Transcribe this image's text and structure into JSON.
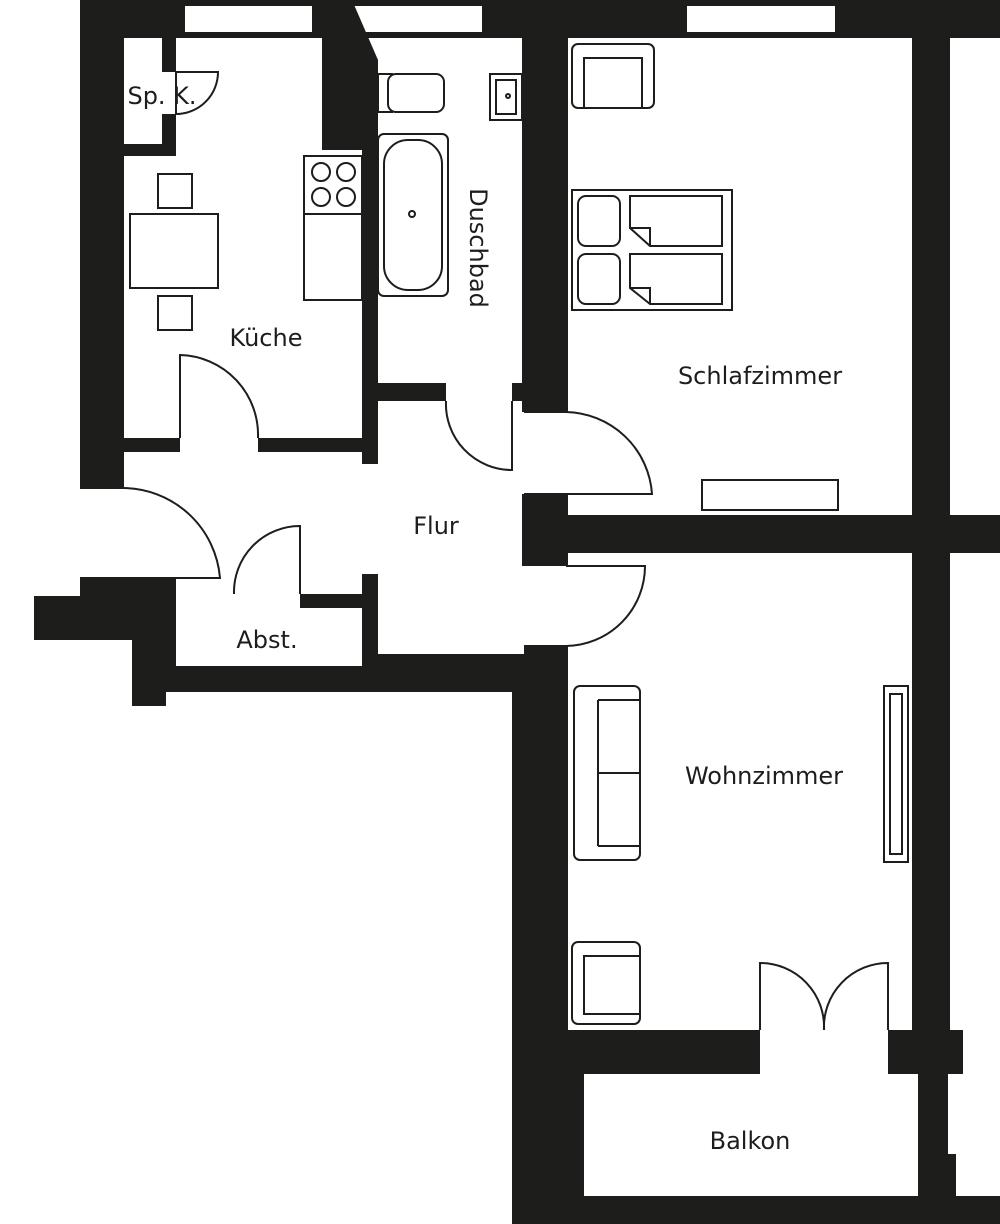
{
  "rooms": {
    "speisekammer": "Sp. K.",
    "kueche": "Küche",
    "duschbad": "Duschbad",
    "schlafzimmer": "Schlafzimmer",
    "flur": "Flur",
    "abstellraum": "Abst.",
    "wohnzimmer": "Wohnzimmer",
    "balkon": "Balkon"
  },
  "colors": {
    "wall": "#1d1d1b",
    "background": "#ffffff"
  }
}
